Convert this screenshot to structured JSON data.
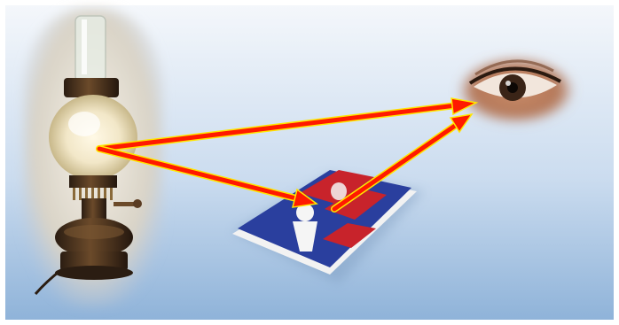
{
  "scene": {
    "background_top": "#f4f7fb",
    "background_bottom": "#8fb3d9",
    "arrow_color": "#ff1a00",
    "arrow_outline": "#ffe600",
    "book_cover_color": "#2a3f9e",
    "book_panel_color": "#c8232b"
  },
  "objects": [
    {
      "name": "oil-lamp",
      "icon": "lamp-icon"
    },
    {
      "name": "book",
      "icon": "book-icon"
    },
    {
      "name": "eye",
      "icon": "eye-icon"
    }
  ],
  "arrows": [
    {
      "name": "lamp-to-eye-arrow",
      "from": "lamp",
      "to": "eye"
    },
    {
      "name": "lamp-to-book-arrow",
      "from": "lamp",
      "to": "book"
    },
    {
      "name": "book-to-eye-arrow",
      "from": "book",
      "to": "eye"
    }
  ]
}
